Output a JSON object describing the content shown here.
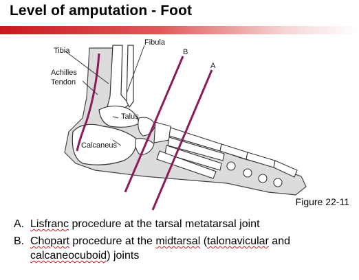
{
  "title": "Level of amputation - Foot",
  "figure": {
    "labels": {
      "tibia": "Tibia",
      "fibula": "Fibula",
      "achilles": "Achilles",
      "tendon": "Tendon",
      "talus": "Talus",
      "calcaneus": "Calcaneus",
      "line_a": "A",
      "line_b": "B"
    },
    "caption": "Figure 22-11",
    "colors": {
      "cut_line": "#8b1a5a",
      "bone_shade": "#d9d9d9",
      "accent": "#c8181e"
    }
  },
  "items": [
    {
      "letter": "A.",
      "text_main": "Lisfranc",
      "text_rest": " procedure at the tarsal metatarsal joint"
    },
    {
      "letter": "B.",
      "text_main": "Chopart",
      "text_rest": " procedure at the ",
      "text_mid": "midtarsal",
      "text_mid2": " (",
      "text_mid3": "talonavicular",
      "text_end": " and",
      "line2": "calcaneocuboid",
      "line2_rest": ") joints"
    }
  ]
}
